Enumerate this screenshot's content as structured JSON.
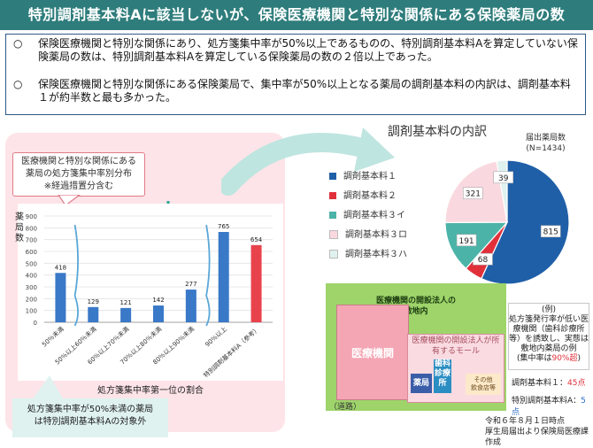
{
  "title": "特別調剤基本料Aに該当しないが、保険医療機関と特別な関係にある保険薬局の数",
  "summary": {
    "bullet_mark": "○",
    "point1": "保険医療機関と特別な関係にあり、処方箋集中率が50%以上であるものの、特別調剤基本料Aを算定していない保険薬局の数は、特別調剤基本料Aを算定している保険薬局の数の２倍以上であった。",
    "point2": "保険医療機関と特別な関係にある保険薬局で、集中率が50%以上となる薬局の調剤基本料の内訳は、調剤基本料１が約半数と最も多かった。"
  },
  "left_callout": {
    "line1": "医療機関と特別な関係にある",
    "line2": "薬局の処方箋集中率別分布",
    "line3": "※経過措置分含む"
  },
  "bubble": {
    "line1": "処方箋集中率が50%未満の薬局",
    "line2": "は特別調剤基本料Aの対象外"
  },
  "right_title": "調剤基本料の内訳",
  "pie_note": {
    "line1": "届出薬局数",
    "line2": "(N=1434)"
  },
  "legend": [
    {
      "label": "調剤基本料１",
      "color": "#1f5fa8"
    },
    {
      "label": "調剤基本料２",
      "color": "#e0313b"
    },
    {
      "label": "調剤基本料３イ",
      "color": "#4cb3a8"
    },
    {
      "label": "調剤基本料３ロ",
      "color": "#f9d9df"
    },
    {
      "label": "調剤基本料３ハ",
      "color": "#dff2ef"
    }
  ],
  "illustration": {
    "title_line1": "医療機関の開設法人の",
    "title_line2": "敷地内",
    "hospital": "医療機関",
    "road": "（道路）",
    "mall_line1": "医療機関の開設法人が所",
    "mall_line2": "有するモール",
    "pharmacy": "薬局",
    "dental_line1": "歯科",
    "dental_line2": "診療",
    "dental_line3": "所",
    "other_line1": "その他",
    "other_line2": "飲食店等"
  },
  "example": {
    "line1": "(例)",
    "line2": "処方箋発行率が低い医",
    "line3": "療機関（歯科診療所",
    "line4": "等）を誘致し、実態は",
    "line5": "敷地内薬局の例",
    "line6a": "(集中率は",
    "line6b": "90%超",
    "line6c": ")"
  },
  "fees": {
    "basic1_label": "調剤基本料１：",
    "basic1_value": "45点",
    "specialA_label": "特別調剤基本料A：",
    "specialA_value": "5点"
  },
  "footer": {
    "line1": "令和６年８月１日時点",
    "line2": "厚生局届出より保険局医療課作成"
  },
  "chart_data": [
    {
      "type": "bar",
      "ylabel": "薬局数",
      "xlabel": "処方箋集中率第一位の割合",
      "ylim": [
        0,
        900
      ],
      "yticks": [
        0,
        100,
        200,
        300,
        400,
        500,
        600,
        700,
        800,
        900
      ],
      "categories": [
        "50％未満",
        "50％以上60％未満",
        "60％以上70％未満",
        "70％以上80％未満",
        "80％以上90％未満",
        "90％以上",
        "特別調剤基本料A（参考）"
      ],
      "values": [
        418,
        129,
        121,
        142,
        277,
        765,
        654
      ],
      "colors": [
        "#3a78c8",
        "#3a78c8",
        "#3a78c8",
        "#3a78c8",
        "#3a78c8",
        "#3a78c8",
        "#e8434d"
      ],
      "grid": true
    },
    {
      "type": "pie",
      "categories": [
        "調剤基本料１",
        "調剤基本料２",
        "調剤基本料３イ",
        "調剤基本料３ロ",
        "調剤基本料３ハ"
      ],
      "values": [
        815,
        68,
        191,
        321,
        39
      ],
      "colors": [
        "#1f5fa8",
        "#e0313b",
        "#4cb3a8",
        "#f9d9df",
        "#dff2ef"
      ]
    }
  ]
}
